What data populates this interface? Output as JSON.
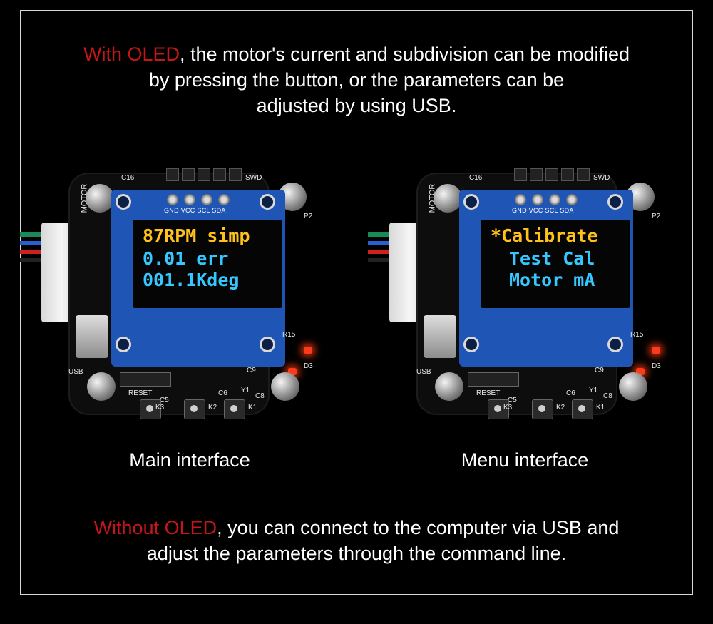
{
  "intro": {
    "accent": "With OLED",
    "line1_rest": ", the motor's current and subdivision can be modified",
    "line2": "by pressing the button,  or the parameters can be",
    "line3": "adjusted by using USB."
  },
  "boards": [
    {
      "caption": "Main interface",
      "oled_lines": [
        "87RPM simp",
        "0.01 err",
        "001.1Kdeg"
      ],
      "silkscreen": {
        "motor": "MOTOR",
        "swd": "SWD",
        "p2": "P2",
        "c16": "C16",
        "usb": "USB",
        "reset": "RESET",
        "k1": "K1",
        "k2": "K2",
        "k3": "K3",
        "c5": "C5",
        "c6": "C6",
        "c8": "C8",
        "c9": "C9",
        "y1": "Y1",
        "r15": "R15",
        "d3": "D3",
        "pins": "GND VCC SCL SDA"
      }
    },
    {
      "caption": "Menu interface",
      "oled_lines": [
        "*Calibrate",
        "Test Cal",
        "Motor mA"
      ],
      "silkscreen": {
        "motor": "MOTOR",
        "swd": "SWD",
        "p2": "P2",
        "c16": "C16",
        "usb": "USB",
        "reset": "RESET",
        "k1": "K1",
        "k2": "K2",
        "k3": "K3",
        "c5": "C5",
        "c6": "C6",
        "c8": "C8",
        "c9": "C9",
        "y1": "Y1",
        "r15": "R15",
        "d3": "D3",
        "pins": "GND VCC SCL SDA"
      }
    }
  ],
  "outro": {
    "accent": "Without OLED",
    "line1_rest": ", you can connect to the computer via USB and",
    "line2": "adjust the parameters through the command line."
  },
  "colors": {
    "accent": "#c21717",
    "oled_yellow": "#ffc21a",
    "oled_cyan": "#35c8ff",
    "oled_module_blue": "#1f55b5"
  }
}
